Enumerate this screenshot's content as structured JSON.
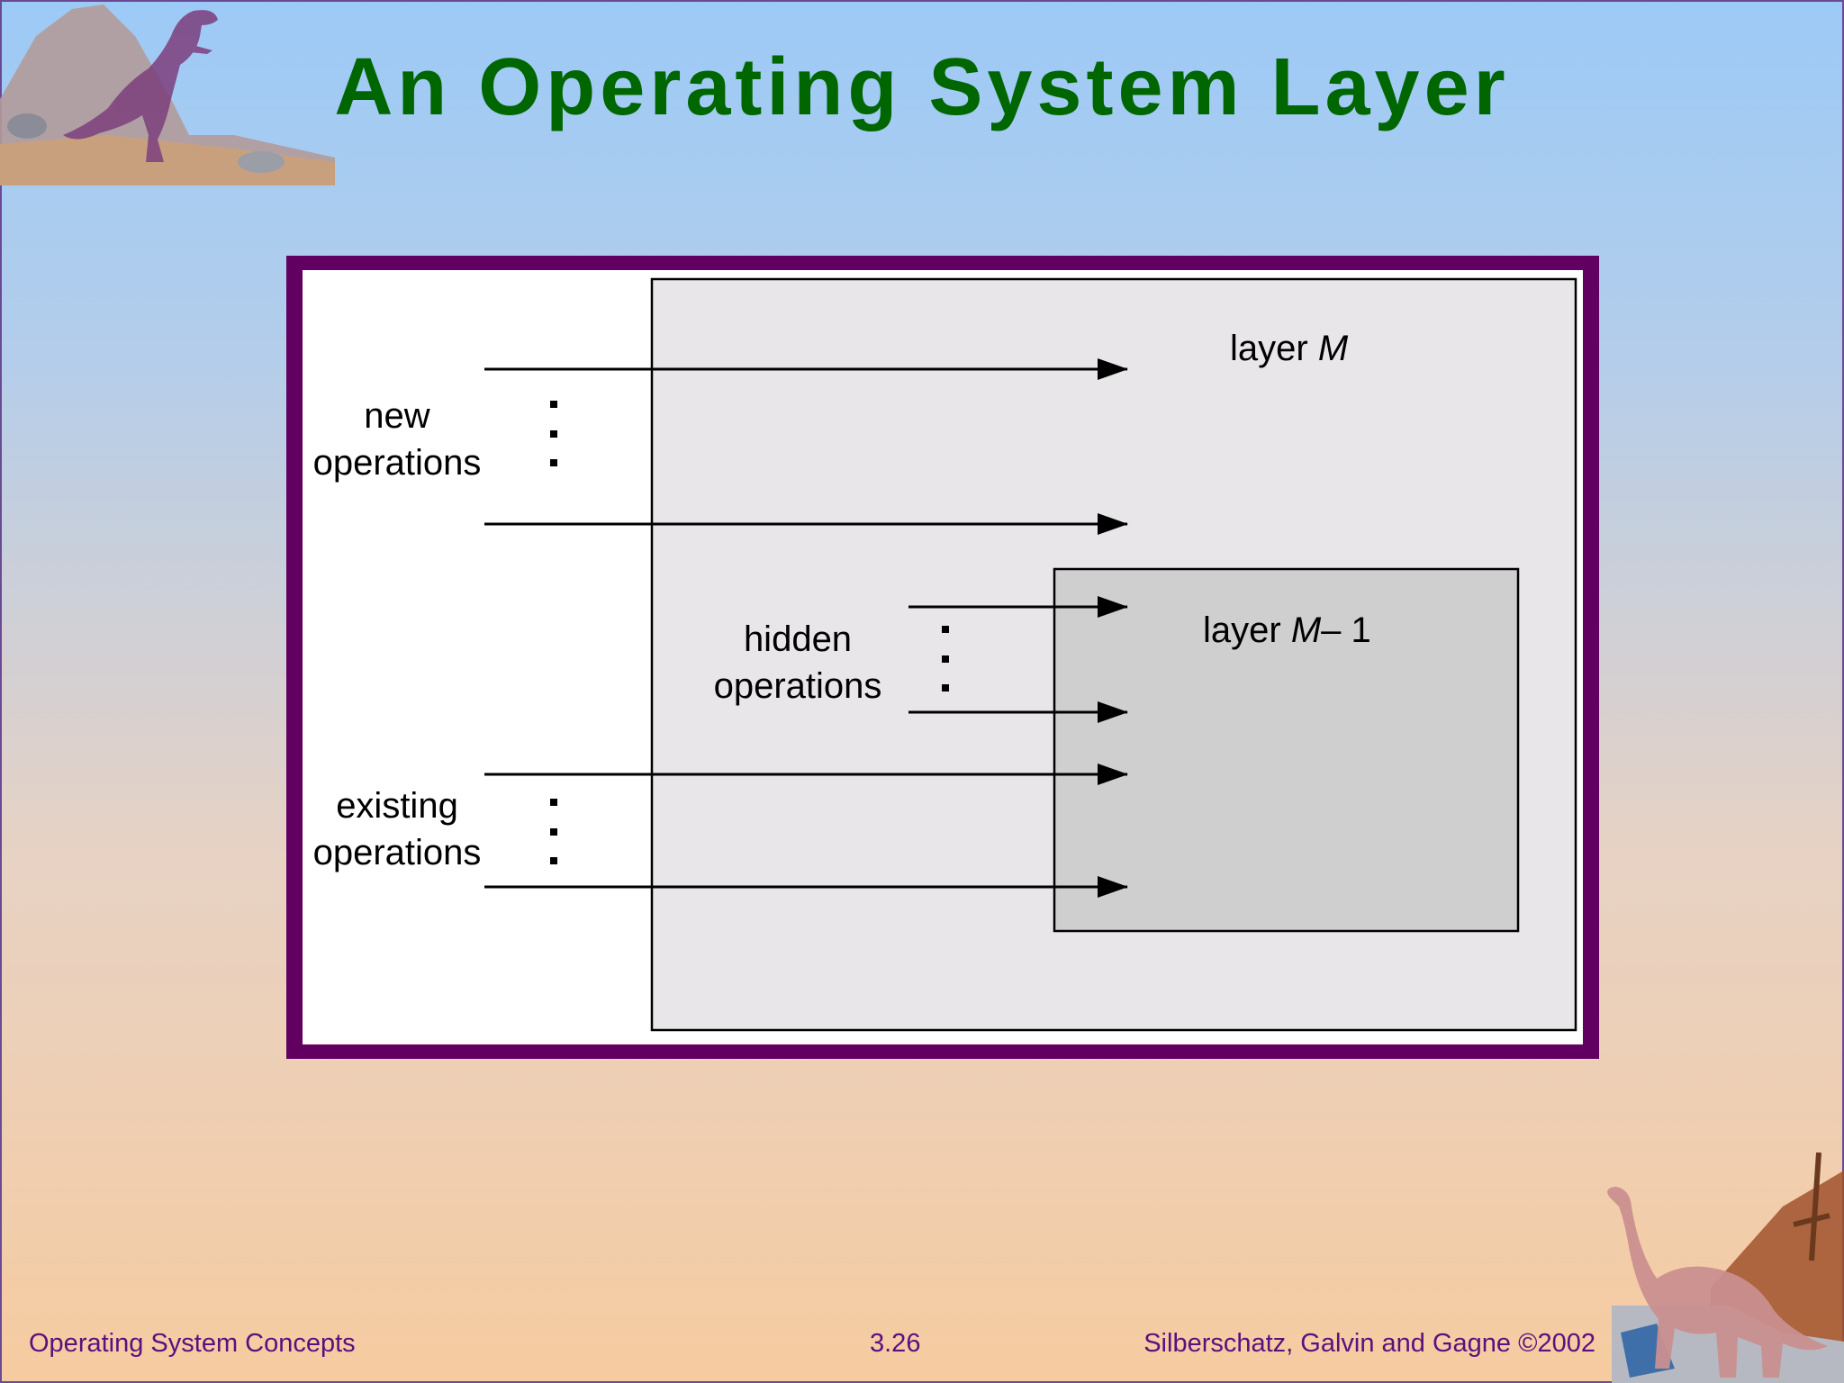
{
  "slide": {
    "title": "An Operating System Layer"
  },
  "diagram": {
    "outer_box_label_prefix": "layer",
    "outer_box_label_var": "M",
    "inner_box_label_prefix": "layer",
    "inner_box_label_var": "M",
    "inner_box_label_suffix": "– 1",
    "new_ops_line1": "new",
    "new_ops_line2": "operations",
    "hidden_ops_line1": "hidden",
    "hidden_ops_line2": "operations",
    "existing_ops_line1": "existing",
    "existing_ops_line2": "operations"
  },
  "footer": {
    "course": "Operating System Concepts",
    "slide_number": "3.26",
    "authors": "Silberschatz, Galvin and  Gagne ©2002"
  },
  "colors": {
    "title": "#006600",
    "frame": "#620062",
    "footer_text": "#5c0f7f",
    "outer_layer_fill": "#e8e6e8",
    "inner_layer_fill": "#d0cfd0"
  }
}
